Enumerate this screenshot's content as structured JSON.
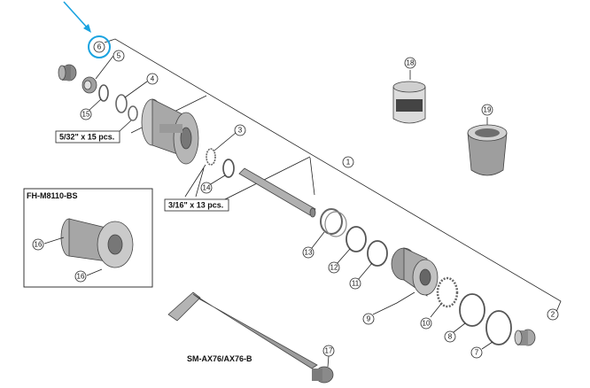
{
  "callouts": {
    "c1": "1",
    "c2": "2",
    "c3": "3",
    "c4": "4",
    "c5": "5",
    "c6": "6",
    "c7": "7",
    "c8": "8",
    "c9": "9",
    "c10": "10",
    "c11": "11",
    "c12": "12",
    "c13": "13",
    "c14": "14",
    "c15": "15",
    "c16a": "16",
    "c16b": "16",
    "c17": "17",
    "c18": "18",
    "c19": "19"
  },
  "labels": {
    "ball_small": "5/32\" x 15 pcs.",
    "ball_large": "3/16\" x 13 pcs.",
    "inset_title": "FH-M8110-BS",
    "axle_model": "SM-AX76/AX76-B"
  },
  "colors": {
    "highlight": "#1aa3e0",
    "part_gray": "#9a9a9a",
    "part_light": "#d6d6d6"
  }
}
